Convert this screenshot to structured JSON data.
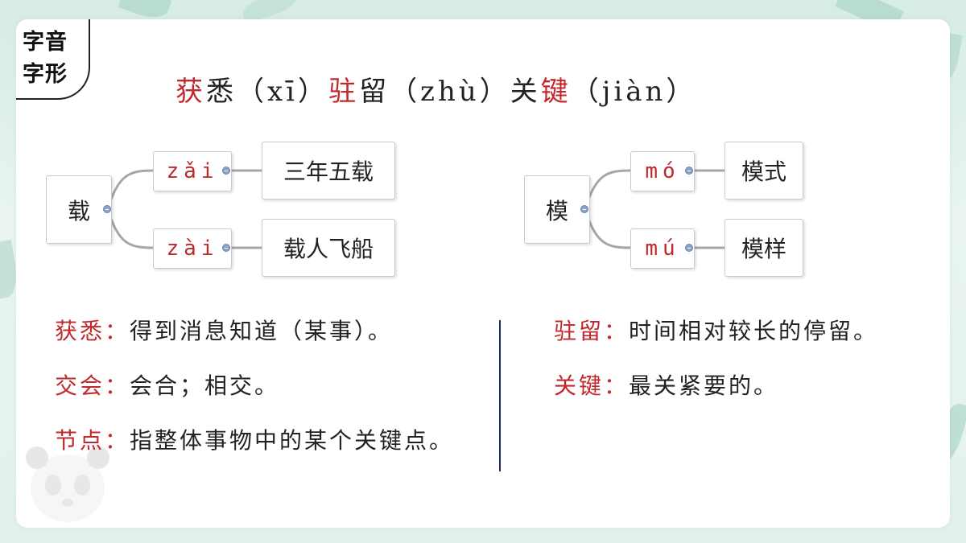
{
  "corner_tag": {
    "line1": "字音",
    "line2": "字形"
  },
  "title": {
    "w1_red": "获",
    "w1_black": "悉",
    "w1_py": "（xī）",
    "w2_red": "驻",
    "w2_black": "留",
    "w2_py": "（zhù）",
    "w3_black": "关",
    "w3_red": "键",
    "w3_py": "（jiàn）"
  },
  "map_left": {
    "root": "载",
    "branches": [
      {
        "pinyin": "zǎi",
        "word": "三年五载"
      },
      {
        "pinyin": "zài",
        "word": "载人飞船"
      }
    ]
  },
  "map_right": {
    "root": "模",
    "branches": [
      {
        "pinyin": "mó",
        "word": "模式"
      },
      {
        "pinyin": "mú",
        "word": "模样"
      }
    ]
  },
  "definitions_left": [
    {
      "term": "获悉：",
      "text": "得到消息知道（某事）。"
    },
    {
      "term": "交会：",
      "text": "会合；相交。"
    },
    {
      "term": "节点：",
      "text": "指整体事物中的某个关键点。"
    }
  ],
  "definitions_right": [
    {
      "term": "驻留：",
      "text": "时间相对较长的停留。"
    },
    {
      "term": "关键：",
      "text": "最关紧要的。"
    }
  ],
  "colors": {
    "accent_red": "#c0282b",
    "divider": "#1d2b5c"
  }
}
